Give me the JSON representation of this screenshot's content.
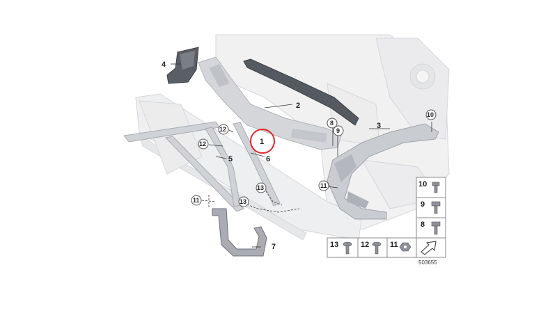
{
  "diagram": {
    "part_labels": {
      "p1": "1",
      "p2": "2",
      "p3": "3",
      "p4": "4",
      "p5": "5",
      "p6": "6",
      "p7": "7",
      "c8": "8",
      "c9": "9",
      "c10": "10",
      "c11a": "11",
      "c11b": "11",
      "c12a": "12",
      "c12b": "12",
      "c13a": "13",
      "c13b": "13"
    },
    "fastener_table": {
      "right": [
        {
          "label": "10"
        },
        {
          "label": "9"
        },
        {
          "label": "8"
        }
      ],
      "bottom": [
        {
          "label": "13"
        },
        {
          "label": "12"
        },
        {
          "label": "11"
        }
      ]
    },
    "reference_number": "503655",
    "highlight_color": "#e0262b",
    "structure_color": "#d9dadd",
    "part_color": "#c7cacf",
    "dark_part_color": "#555a60"
  }
}
